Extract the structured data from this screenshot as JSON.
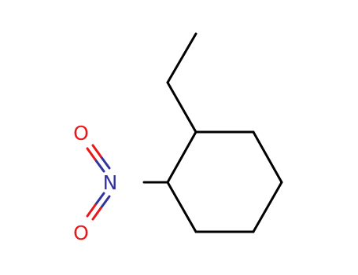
{
  "atoms": {
    "nitrogen": {
      "symbol": "N",
      "color": "#3333a0"
    },
    "oxygen_top": {
      "symbol": "O",
      "color": "#e8191c"
    },
    "oxygen_bottom": {
      "symbol": "O",
      "color": "#e8191c"
    }
  },
  "bond_color": "#000000"
}
